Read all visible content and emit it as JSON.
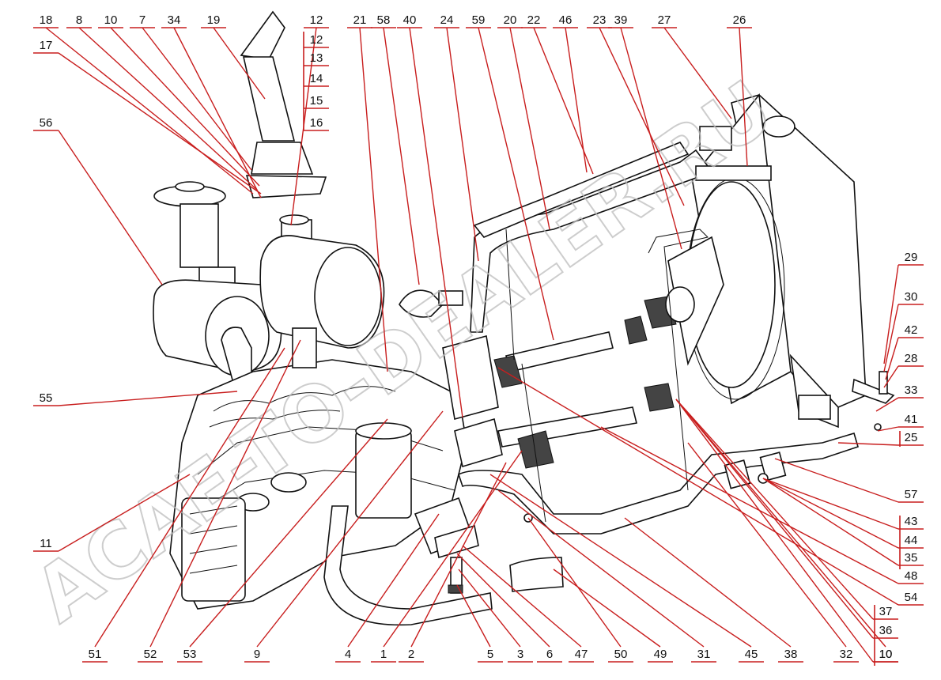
{
  "watermark": "ACAE-TO-DEALER.RU",
  "callouts": {
    "top": [
      "18",
      "8",
      "10",
      "7",
      "34",
      "19",
      "12",
      "21",
      "58",
      "40",
      "24",
      "59",
      "20",
      "22",
      "46",
      "23",
      "39",
      "27",
      "26"
    ],
    "stack_12": [
      "12",
      "13",
      "14",
      "15",
      "16"
    ],
    "left": [
      "17",
      "56",
      "55",
      "11"
    ],
    "right": [
      "29",
      "30",
      "42",
      "28",
      "33",
      "41",
      "25",
      "57",
      "43",
      "44",
      "35",
      "48",
      "54",
      "37",
      "36",
      "10"
    ],
    "bottom": [
      "51",
      "52",
      "53",
      "9",
      "4",
      "1",
      "2",
      "5",
      "3",
      "6",
      "47",
      "50",
      "49",
      "31",
      "45",
      "38",
      "32",
      "10"
    ]
  }
}
